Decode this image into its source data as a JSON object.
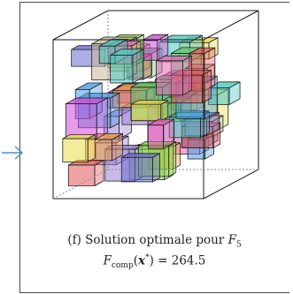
{
  "arrow": {
    "color": "#4a90c8"
  },
  "caption": {
    "label_prefix": "(f)",
    "label_text": "Solution optimale pour",
    "instance_symbol": "F",
    "instance_subscript": "5",
    "objective_symbol": "F",
    "objective_subscript": "comp",
    "objective_arg": "x",
    "objective_arg_sup": "*",
    "objective_value": "= 264.5"
  },
  "boxes": [
    {
      "color": "#d14ad9"
    },
    {
      "color": "#5fc96b"
    },
    {
      "color": "#4a9be0"
    },
    {
      "color": "#e8dc4a"
    },
    {
      "color": "#e2585a"
    },
    {
      "color": "#9b7fd6"
    },
    {
      "color": "#48c9c0"
    },
    {
      "color": "#f0a040"
    },
    {
      "color": "#c8b89a"
    },
    {
      "color": "#8ad24a"
    },
    {
      "color": "#6a6ad0"
    },
    {
      "color": "#e06ab0"
    }
  ]
}
